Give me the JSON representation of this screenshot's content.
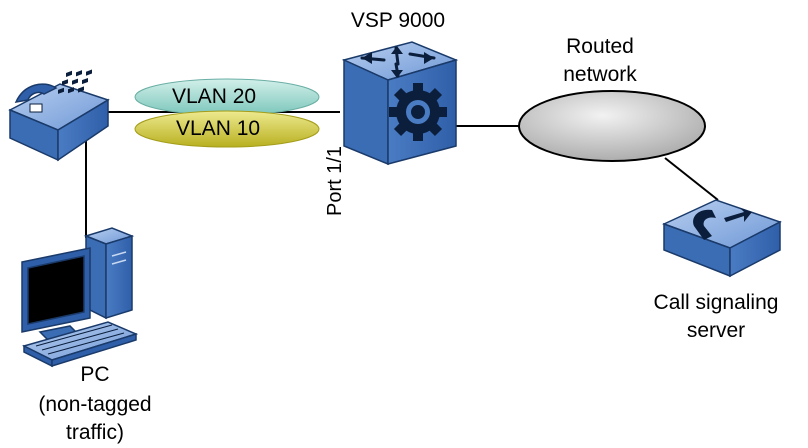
{
  "labels": {
    "switch": "VSP 9000",
    "routed_network_line1": "Routed",
    "routed_network_line2": "network",
    "vlan_a": "VLAN 20",
    "vlan_b": "VLAN 10",
    "port": "Port 1/1",
    "server_line1": "Call signaling",
    "server_line2": "server",
    "pc_line1": "PC",
    "pc_line2": "(non-tagged",
    "pc_line3": "traffic)"
  },
  "colors": {
    "device_blue": "#3f6fb5",
    "device_blue_light": "#8fb1e0",
    "vlan_a_fill": "#9ed8cf",
    "vlan_b_fill": "#d9d23c",
    "cloud_fill": "#c8c8c8"
  },
  "icons": [
    "ip-phone-icon",
    "switch-icon",
    "pc-icon",
    "server-icon",
    "cloud-icon"
  ]
}
